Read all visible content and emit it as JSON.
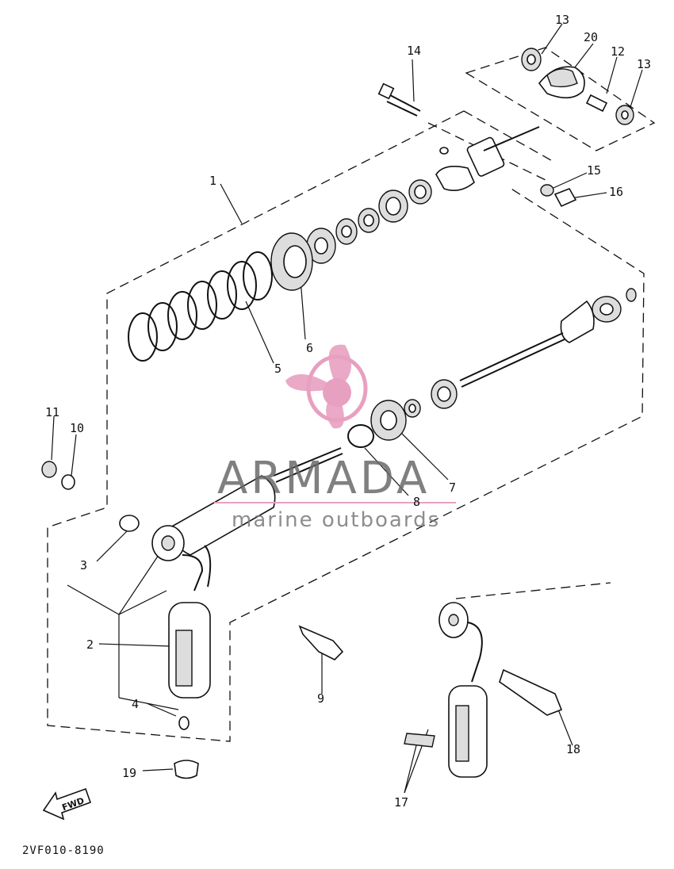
{
  "diagram_code": "2VF010-8190",
  "watermark": {
    "brand": "ARMADA",
    "tagline": "marine outboards",
    "accent_color": "#e8a0c0",
    "logo_icon": "propeller-logo-icon"
  },
  "direction_marker": "FWD",
  "callouts": [
    "1",
    "2",
    "3",
    "4",
    "5",
    "6",
    "7",
    "8",
    "9",
    "10",
    "11",
    "12",
    "13",
    "13",
    "14",
    "15",
    "16",
    "17",
    "18",
    "19",
    "20"
  ]
}
